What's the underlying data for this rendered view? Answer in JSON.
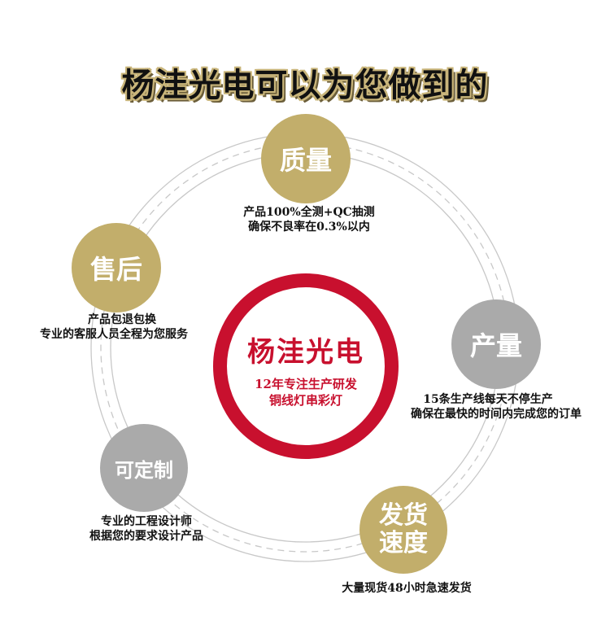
{
  "title": "杨洼光电可以为您做到的",
  "center": {
    "brand": "杨洼光电",
    "line1": "12年专注生产研发",
    "line2": "铜线灯串彩灯"
  },
  "nodes": {
    "quality": {
      "label": "质量",
      "desc1": "产品100%全测+QC抽测",
      "desc2": "确保不良率在0.3%以内"
    },
    "aftersales": {
      "label": "售后",
      "desc1": "产品包退包换",
      "desc2": "专业的客服人员全程为您服务"
    },
    "output": {
      "label": "产量",
      "desc1": "15条生产线每天不停生产",
      "desc2": "确保在最快的时间内完成您的订单"
    },
    "custom": {
      "label": "可定制",
      "desc1": "专业的工程设计师",
      "desc2": "根据您的要求设计产品"
    },
    "shipping": {
      "label1": "发货",
      "label2": "速度",
      "desc1": "大量现货48小时急速发货"
    }
  },
  "colors": {
    "gold": "#c2ae6b",
    "gray": "#aaaaaa",
    "red": "#c8102e",
    "ring": "#c8c8c8"
  }
}
